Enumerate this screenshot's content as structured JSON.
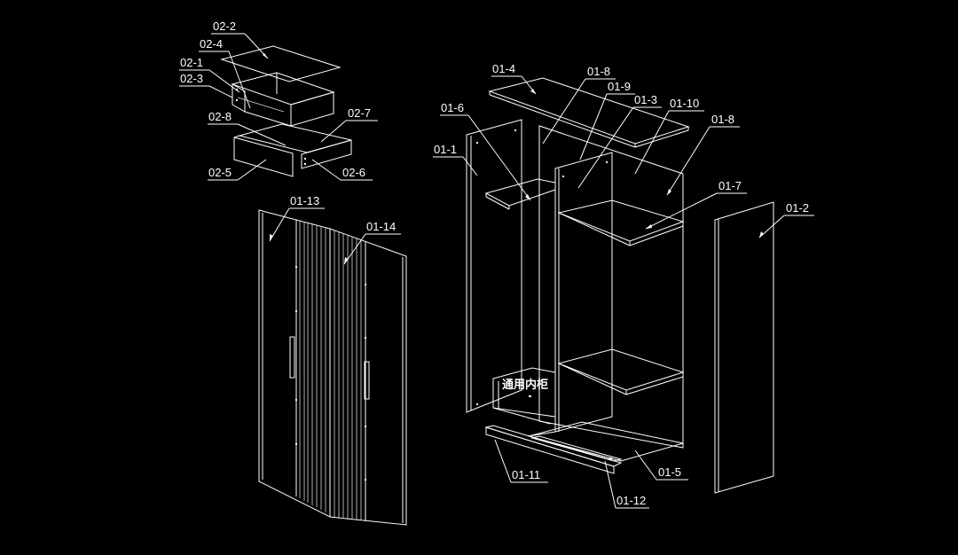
{
  "colors": {
    "background": "#000000",
    "line": "#ffffff"
  },
  "labels": {
    "p02_2": "02-2",
    "p02_4": "02-4",
    "p02_1": "02-1",
    "p02_3": "02-3",
    "p02_8": "02-8",
    "p02_7": "02-7",
    "p02_5": "02-5",
    "p02_6": "02-6",
    "p01_13": "01-13",
    "p01_14": "01-14",
    "p01_4": "01-4",
    "p01_8a": "01-8",
    "p01_9": "01-9",
    "p01_3": "01-3",
    "p01_10": "01-10",
    "p01_6": "01-6",
    "p01_8b": "01-8",
    "p01_1": "01-1",
    "p01_7": "01-7",
    "p01_2": "01-2",
    "p01_11": "01-11",
    "p01_12": "01-12",
    "p01_5": "01-5"
  },
  "inner_cabinet_text": "通用内柜"
}
